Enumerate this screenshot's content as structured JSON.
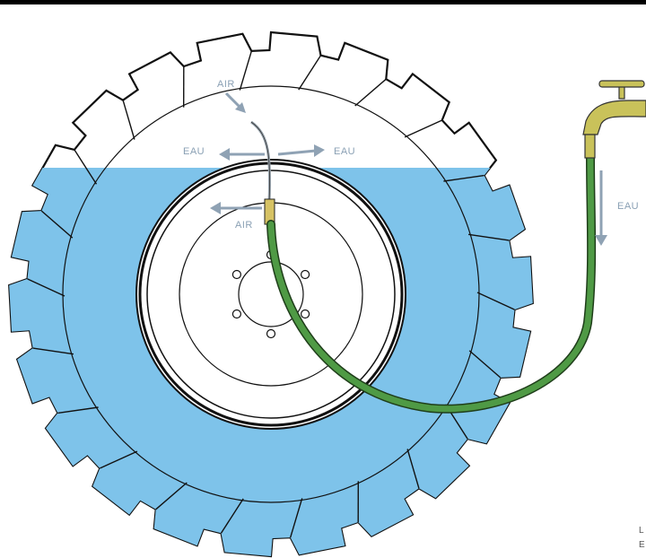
{
  "labels": {
    "air_top": "AIR",
    "eau_left": "EAU",
    "eau_right": "EAU",
    "air_inner": "AIR",
    "eau_tap": "EAU"
  },
  "colors": {
    "water": "#7ec3ea",
    "tire": "#ffffff",
    "outline": "#111111",
    "hose": "#3f8a3c",
    "tap": "#c9c25a",
    "arrow": "#8fa2b4"
  },
  "corner_marks": [
    "L",
    "E"
  ]
}
